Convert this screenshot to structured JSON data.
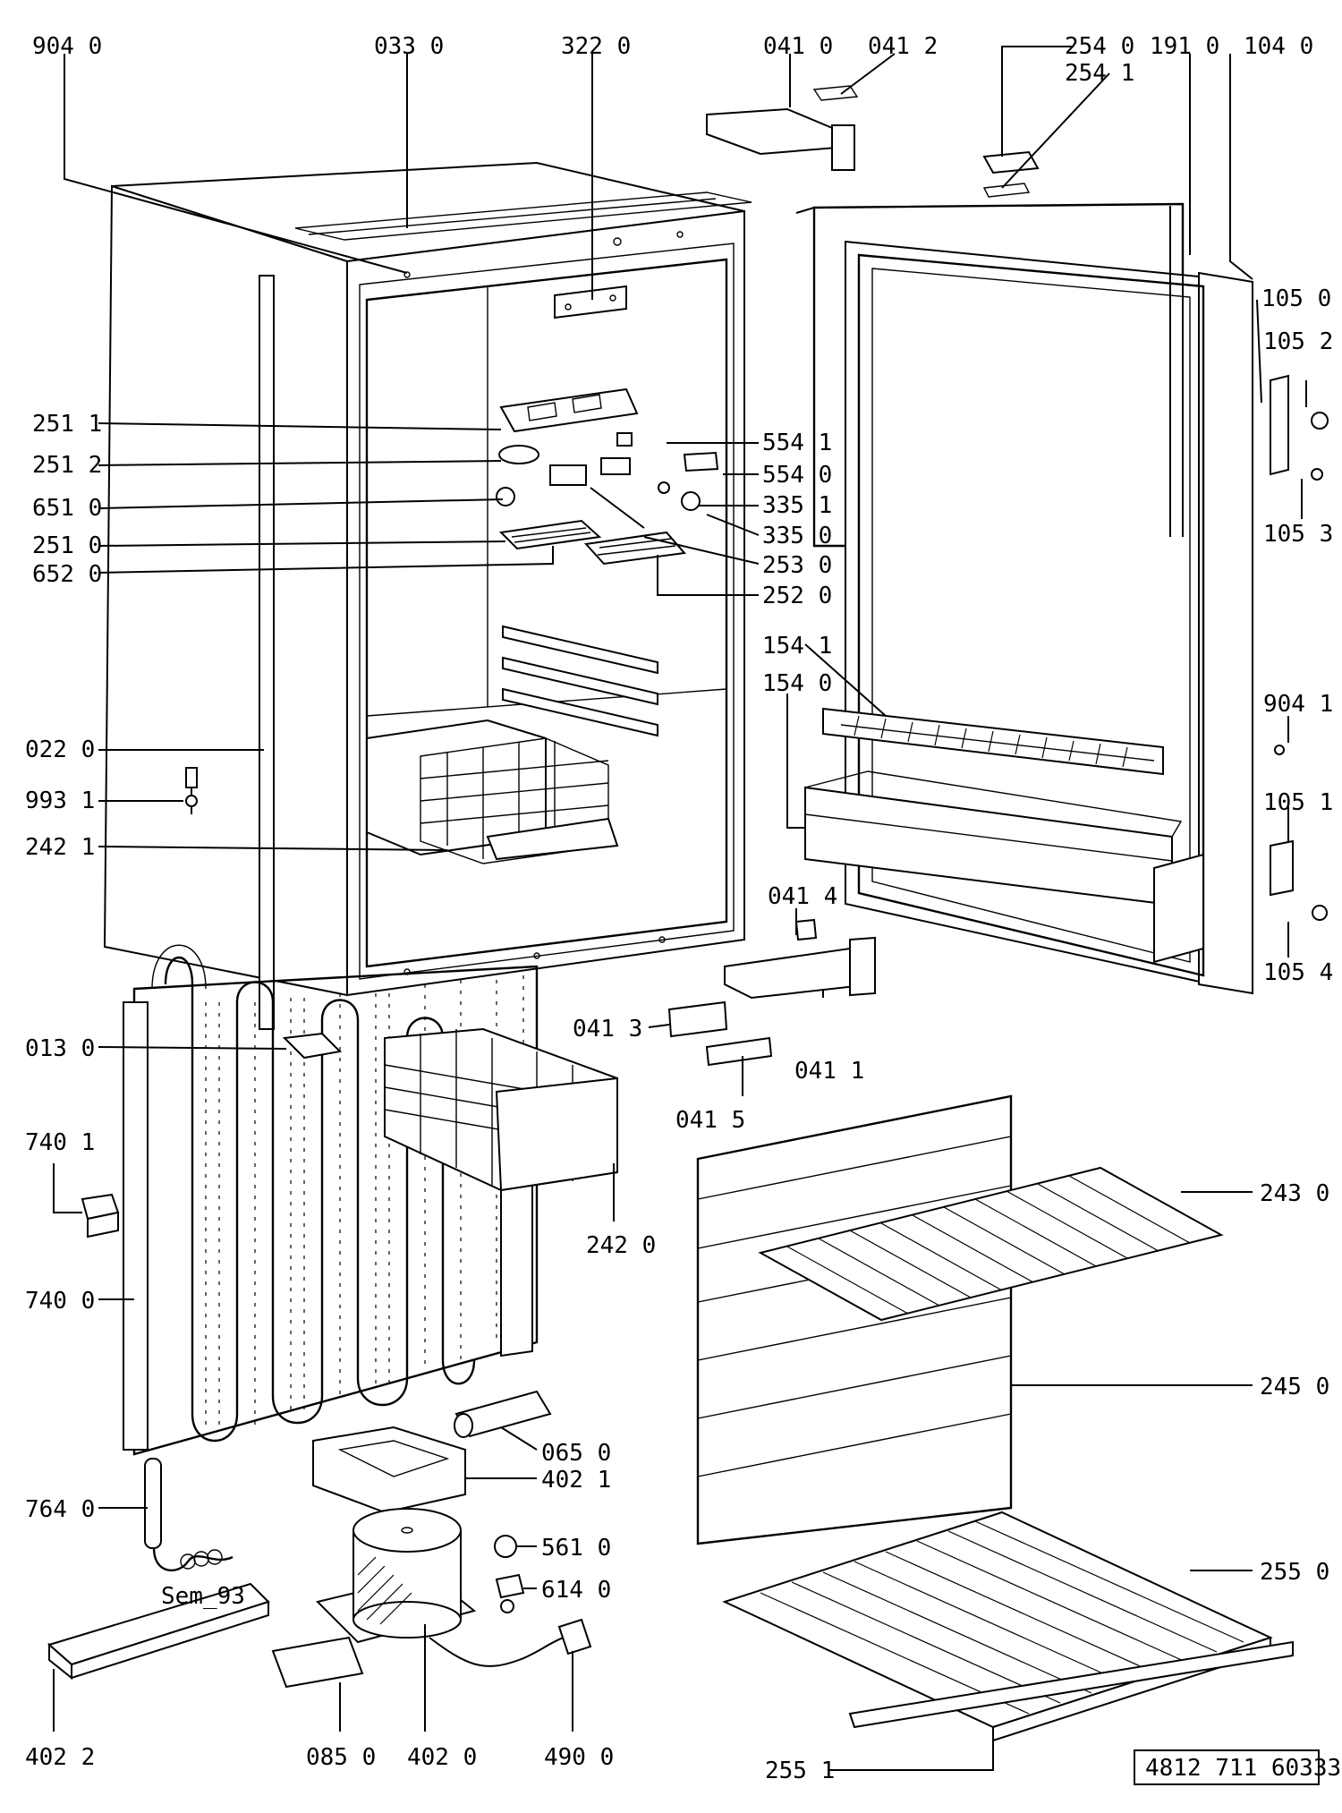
{
  "labels": {
    "l9040": "904 0",
    "l0330": "033 0",
    "l3220": "322 0",
    "l0410": "041 0",
    "l0412": "041 2",
    "l2540": "254 0",
    "l2541": "254 1",
    "l1910": "191 0",
    "l1040": "104 0",
    "l1050": "105 0",
    "l1052": "105 2",
    "l1053": "105 3",
    "l9041": "904 1",
    "l1051": "105 1",
    "l1054": "105 4",
    "l2511": "251 1",
    "l2512": "251 2",
    "l6510": "651 0",
    "l2510": "251 0",
    "l6520": "652 0",
    "l5541": "554 1",
    "l5540": "554 0",
    "l3351": "335 1",
    "l3350": "335 0",
    "l2530": "253 0",
    "l2520": "252 0",
    "l1541": "154 1",
    "l1540": "154 0",
    "l0220": "022 0",
    "l9931": "993 1",
    "l2421": "242 1",
    "l0414": "041 4",
    "l0413": "041 3",
    "l0411": "041 1",
    "l0415": "041 5",
    "l0130": "013 0",
    "l7401": "740 1",
    "l7400": "740 0",
    "l2420": "242 0",
    "l2430": "243 0",
    "l2450": "245 0",
    "l2550": "255 0",
    "l0650": "065 0",
    "l4021": "402 1",
    "l5610": "561 0",
    "l6140": "614 0",
    "l7640": "764 0",
    "date_code": "Sem_93",
    "l4022": "402 2",
    "l0850": "085 0",
    "l4020": "402 0",
    "l4900": "490 0",
    "l2551": "255 1"
  },
  "reference": "4812 711 60333"
}
